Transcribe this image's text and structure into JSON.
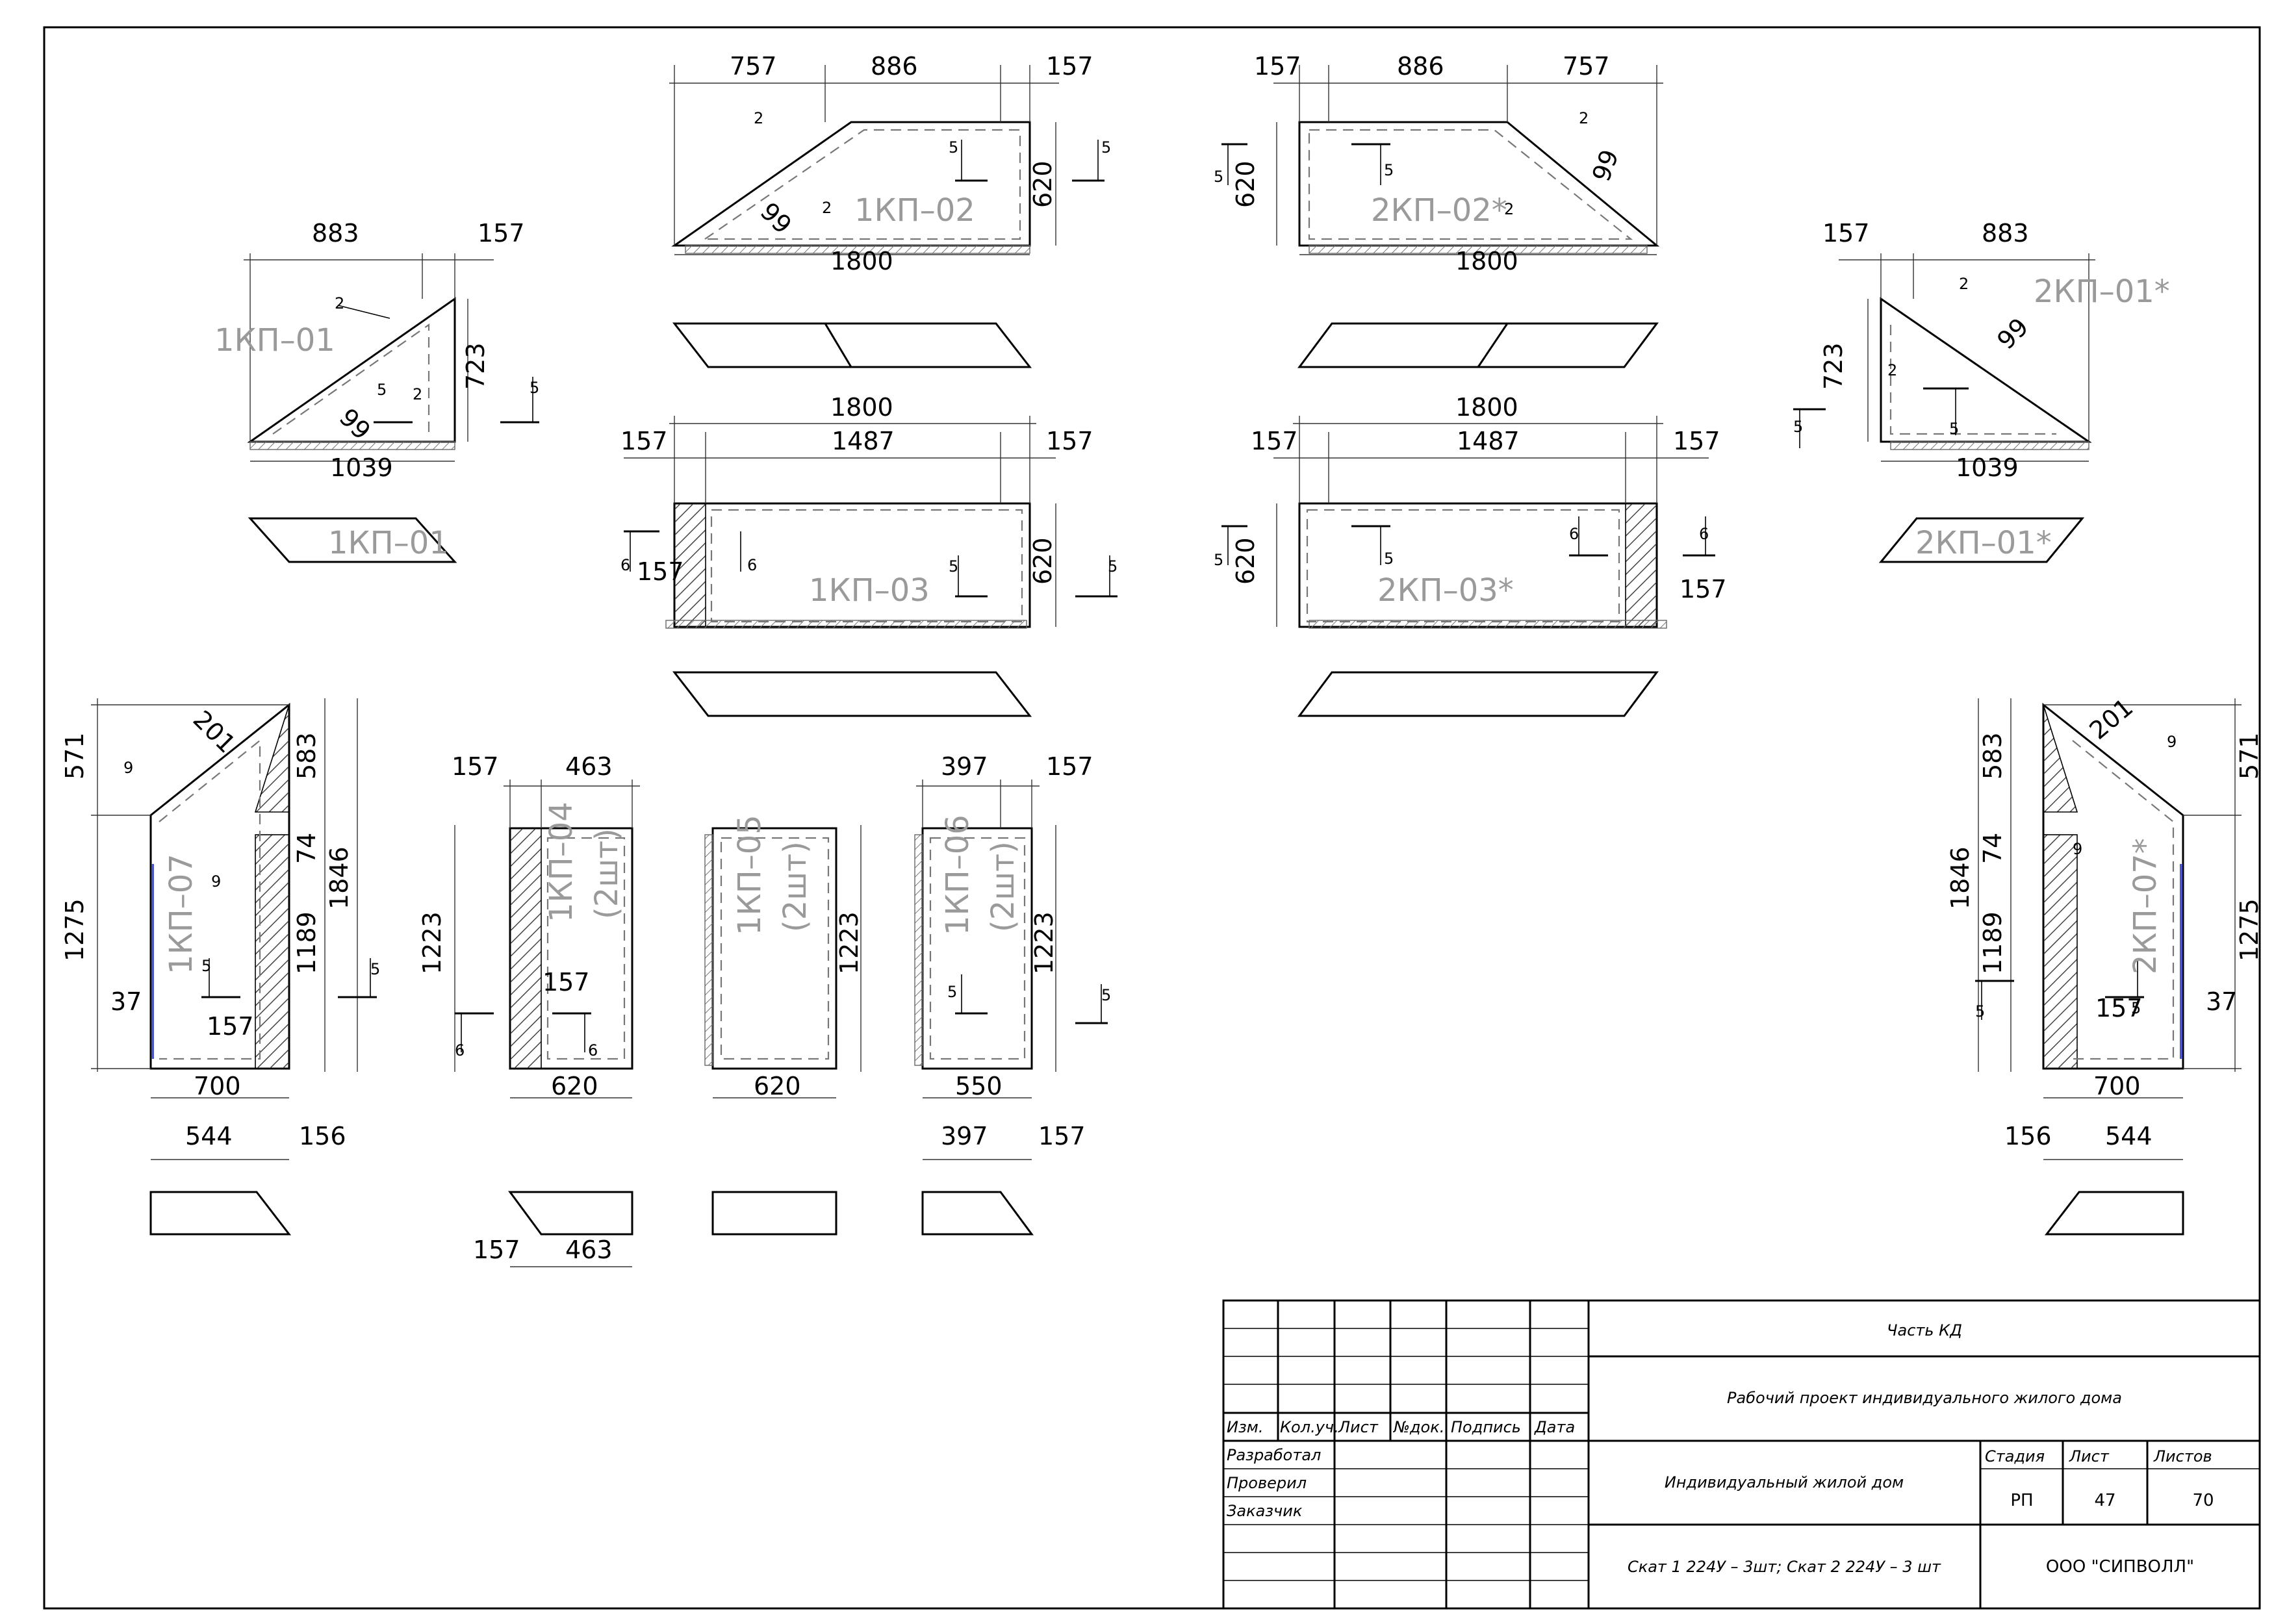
{
  "labels": {
    "p1kp01": "1КП–01",
    "p1kp02": "1КП–02",
    "p1kp03": "1КП–03",
    "p1kp04": "1КП–04",
    "p1kp04b": "(2шт)",
    "p1kp05": "1КП–05",
    "p1kp05b": "(2шт)",
    "p1kp06": "1КП–06",
    "p1kp06b": "(2шт)",
    "p1kp07": "1КП–07",
    "p2kp01": "2КП–01*",
    "p2kp02": "2КП–02*",
    "p2kp03": "2КП–03*",
    "p2kp07": "2КП–07*"
  },
  "dims": {
    "d1800": "1800",
    "d1487": "1487",
    "d886": "886",
    "d757": "757",
    "d157": "157",
    "d620": "620",
    "d883": "883",
    "d723": "723",
    "d1039": "1039",
    "d99": "99",
    "d2": "2",
    "d5": "5",
    "d6": "6",
    "d9": "9",
    "d201": "201",
    "d571": "571",
    "d583": "583",
    "d74": "74",
    "d1846": "1846",
    "d1275": "1275",
    "d1189": "1189",
    "d37": "37",
    "d700": "700",
    "d544": "544",
    "d156": "156",
    "d463": "463",
    "d1223": "1223",
    "d550": "550",
    "d397": "397"
  },
  "title_block": {
    "col_izm": "Изм.",
    "col_kol": "Кол.уч.",
    "col_list": "Лист",
    "col_ndok": "№док.",
    "col_podpis": "Подпись",
    "col_data": "Дата",
    "razrabotal": "Разработал",
    "proveril": "Проверил",
    "zakazchik": "Заказчик",
    "part": "Часть КД",
    "project": "Рабочий проект индивидуального жилого дома",
    "object": "Индивидуальный жилой дом",
    "sheet_title": "Скат 1 224У – 3шт; Скат 2 224У – 3 шт",
    "stage_h": "Стадия",
    "list_h": "Лист",
    "listov_h": "Листов",
    "stage": "РП",
    "list": "47",
    "listov": "70",
    "company": "ООО \"СИПВОЛЛ\""
  }
}
